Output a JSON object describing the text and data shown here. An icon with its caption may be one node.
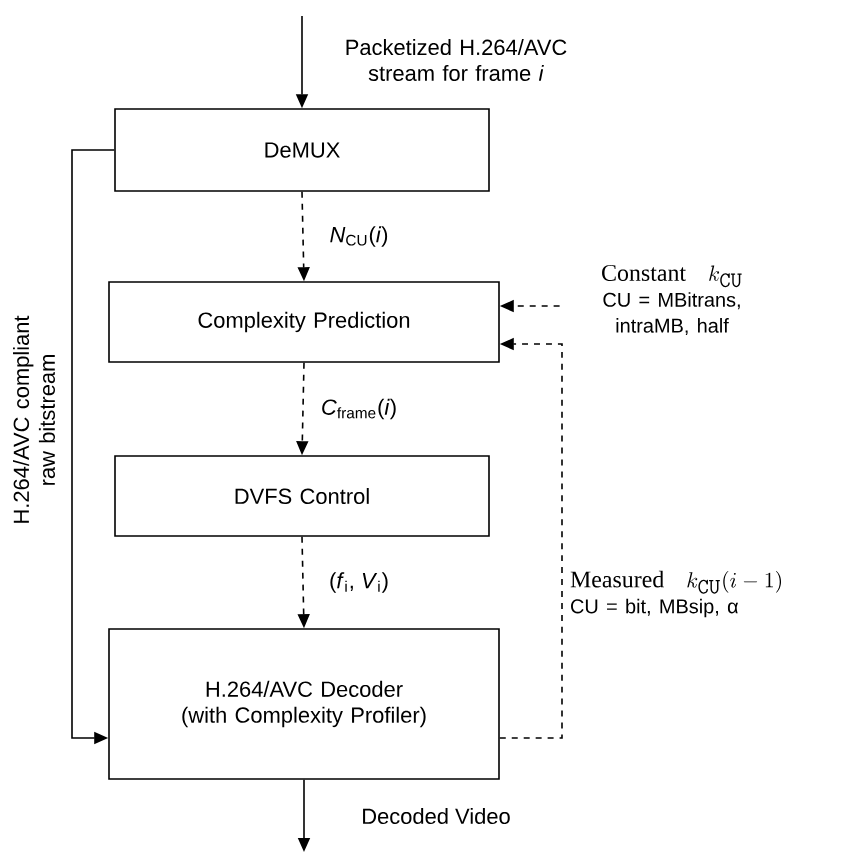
{
  "diagram": {
    "nodes": [
      {
        "text": [
          "DeMUX"
        ]
      },
      {
        "text": [
          "Complexity Prediction"
        ]
      },
      {
        "text": [
          "DVFS Control"
        ]
      },
      {
        "text": [
          "H.264/AVC Decoder (with Complexity Profiler)"
        ]
      },
      {
        "text": [
          "Constant",
          "k_{\\texttt{CU}}",
          "CU = MBitrans, intraMB, half"
        ]
      },
      {
        "text": [
          "Measured",
          "k_{\\texttt{CU}}(i-1)",
          "CU = bit, MBsip, α"
        ]
      }
    ],
    "edges": [
      {
        "from": null,
        "to": 0,
        "arrow": "to",
        "label": "Packetized H.264/AVC stream for frame *i*"
      },
      {
        "from": 0,
        "to": 1,
        "arrow": "to",
        "style": "dashed",
        "label": "*N*$_{CU}$(*i*)"
      },
      {
        "from": 1,
        "to": 2,
        "arrow": "to",
        "style": "dashed",
        "label": "*C*$_{frame}$(*i*)"
      },
      {
        "from": 2,
        "to": 3,
        "arrow": "to",
        "style": "dashed",
        "label": "(*f*$_{i}$, *V*$_{i}$)"
      },
      {
        "from": 0,
        "to": 3,
        "arrow": "to",
        "label": "H.264/AVC compliant raw bitstream"
      },
      {
        "from": 3,
        "to": null,
        "arrow": "to",
        "label": "Decoded Video"
      },
      {
        "from": 4,
        "to": 1,
        "arrow": "to",
        "style": "dashed"
      },
      {
        "from": 3,
        "to": 1,
        "arrow": "to",
        "style": "dashed"
      }
    ]
  }
}
